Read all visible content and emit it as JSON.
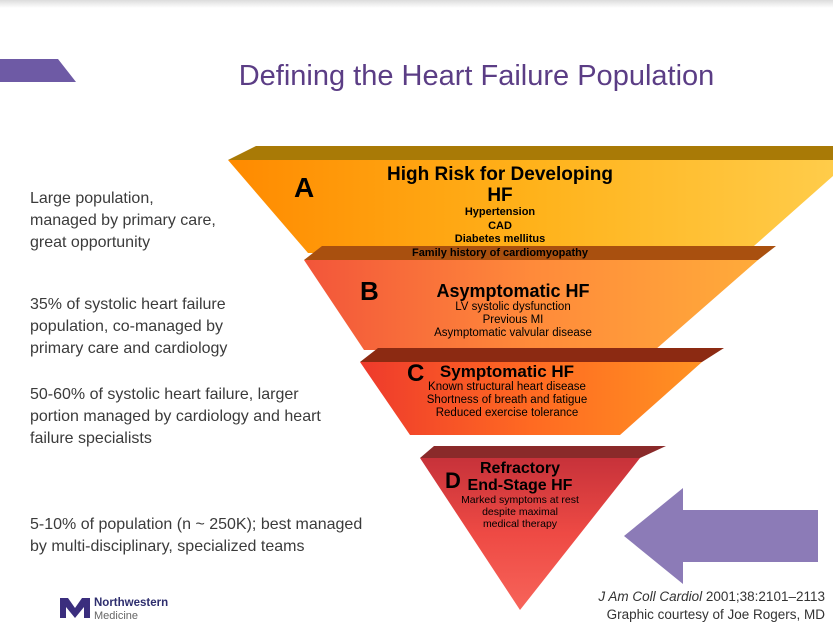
{
  "slide": {
    "title": "Defining the Heart Failure Population",
    "accent_color": "#6e5aa5",
    "title_color": "#5b3d85"
  },
  "side_notes": [
    {
      "lines": [
        "Large population,",
        "managed by primary care,",
        "great opportunity"
      ]
    },
    {
      "lines": [
        "35%  of systolic heart failure",
        "population, co-managed by",
        "primary care and cardiology"
      ]
    },
    {
      "lines": [
        "50-60% of systolic heart failure, larger",
        "portion managed by cardiology and heart",
        "failure specialists"
      ]
    },
    {
      "lines": [
        "5-10% of population (n ~ 250K); best managed",
        "by multi-disciplinary, specialized  teams"
      ]
    }
  ],
  "stages": [
    {
      "letter": "A",
      "heading": "High Risk for Developing HF",
      "details": [
        "Hypertension",
        "CAD",
        "Diabetes mellitus",
        "Family history of cardiomyopathy"
      ]
    },
    {
      "letter": "B",
      "heading": "Asymptomatic HF",
      "details": [
        "LV systolic dysfunction",
        "Previous MI",
        "Asymptomatic valvular disease"
      ]
    },
    {
      "letter": "C",
      "heading": "Symptomatic HF",
      "details": [
        "Known structural heart disease",
        "Shortness of breath and fatigue",
        "Reduced exercise tolerance"
      ]
    },
    {
      "letter": "D",
      "heading_lines": [
        "Refractory",
        "End-Stage HF"
      ],
      "details": [
        "Marked symptoms at rest",
        "despite maximal",
        "medical therapy"
      ]
    }
  ],
  "arrow": {
    "color": "#8c7bb7",
    "direction": "left"
  },
  "logo": {
    "name": "Northwestern",
    "sub": "Medicine"
  },
  "citation": {
    "journal": "J Am Coll Cardiol",
    "ref": " 2001;38:2101–2113",
    "credit": "Graphic courtesy of Joe Rogers, MD"
  }
}
